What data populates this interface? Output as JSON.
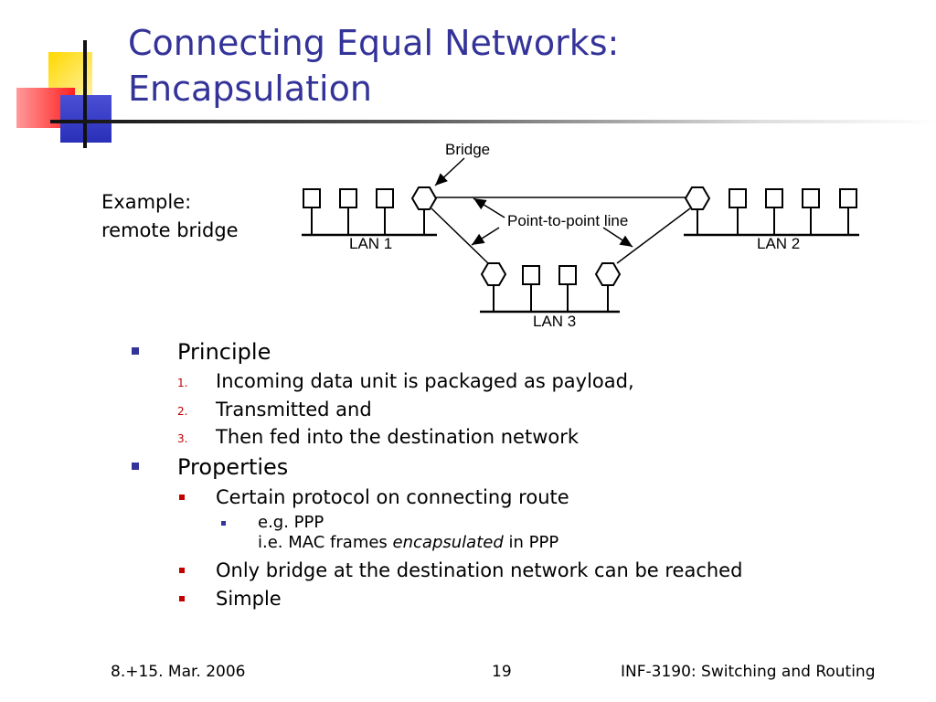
{
  "title": {
    "line1": "Connecting Equal Networks:",
    "line2": "Encapsulation"
  },
  "example": {
    "line1": "Example:",
    "line2": "remote bridge"
  },
  "diagram": {
    "bridge_label": "Bridge",
    "link_label": "Point-to-point line",
    "lan1": "LAN 1",
    "lan2": "LAN 2",
    "lan3": "LAN 3"
  },
  "principle": {
    "label": "Principle",
    "items": [
      {
        "num": "1.",
        "text": "Incoming data unit is packaged as payload,"
      },
      {
        "num": "2.",
        "text": "Transmitted and"
      },
      {
        "num": "3.",
        "text": "Then fed into the destination network"
      }
    ]
  },
  "properties": {
    "label": "Properties",
    "item1": "Certain protocol on connecting route",
    "sub1_line1": "e.g. PPP",
    "sub1_line2_prefix": "i.e. MAC frames ",
    "sub1_line2_em": "encapsulated",
    "sub1_line2_suffix": " in PPP",
    "item2": "Only bridge at the destination network can be reached",
    "item3": "Simple"
  },
  "footer": {
    "date": "8.+15. Mar. 2006",
    "page": "19",
    "course": "INF-3190: Switching and Routing"
  },
  "colors": {
    "title": "#333399",
    "bullet_l1": "#333399",
    "bullet_l2": "#c00000"
  }
}
